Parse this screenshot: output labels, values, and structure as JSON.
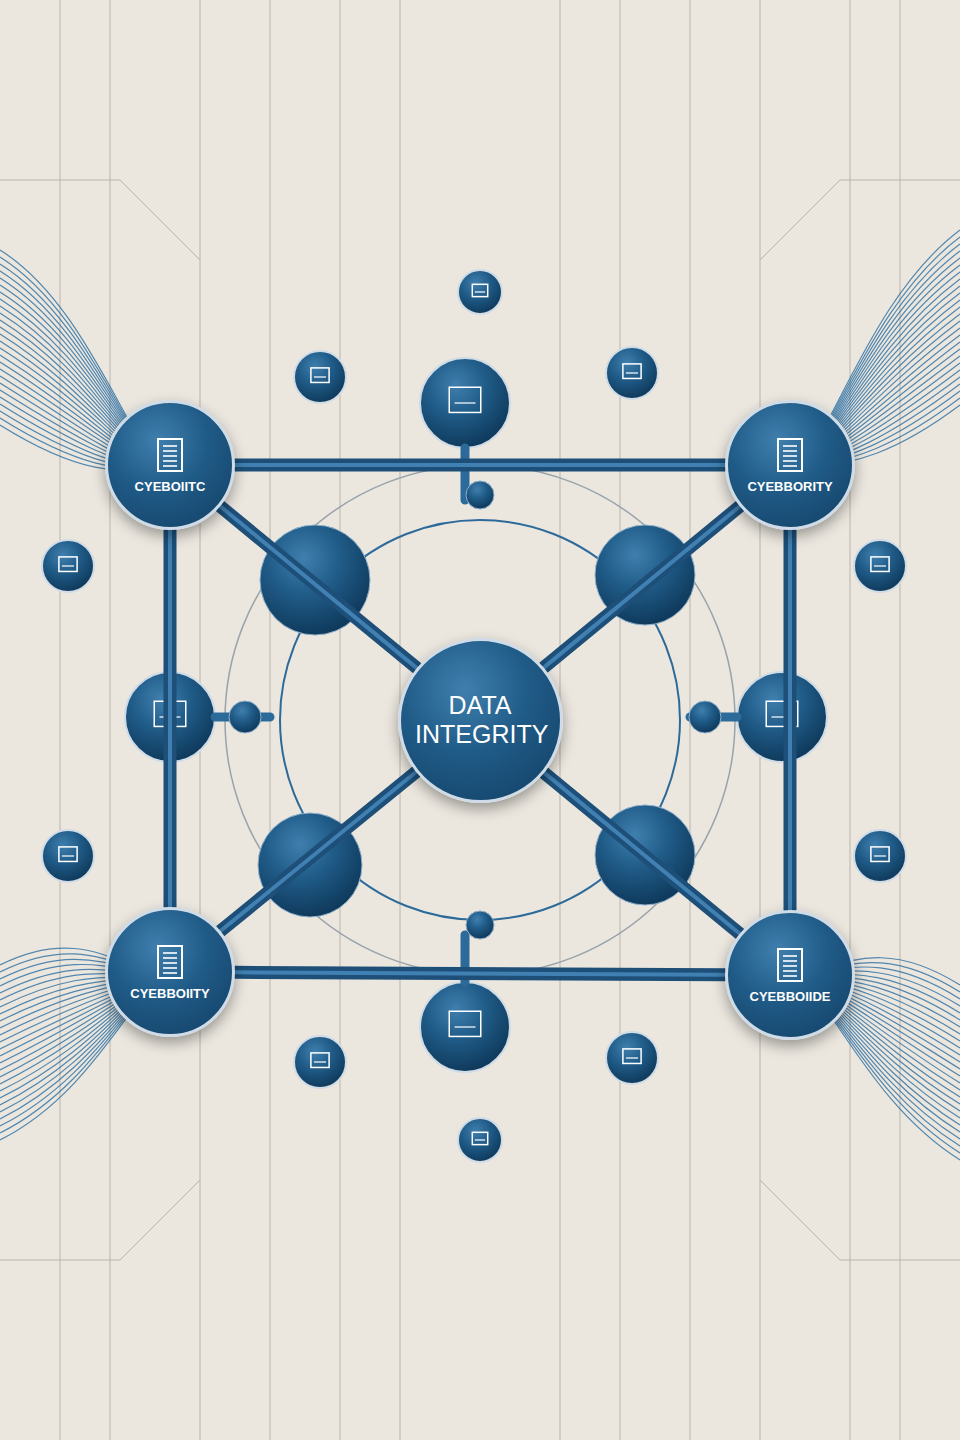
{
  "diagram": {
    "nodes": [
      {
        "text": [
          "CYEBOIITC"
        ]
      },
      {
        "text": [
          "CYEBBORITY"
        ]
      },
      {
        "text": [
          "DATA INTEGRITY"
        ]
      },
      {
        "text": [
          "CYEBBOIITY"
        ]
      },
      {
        "text": [
          "CYEBBOIIDE"
        ]
      }
    ],
    "edges": [
      {
        "from": 0,
        "to": 2,
        "arrow": "none"
      },
      {
        "from": 1,
        "to": 2,
        "arrow": "none"
      },
      {
        "from": 3,
        "to": 2,
        "arrow": "none"
      },
      {
        "from": 4,
        "to": 2,
        "arrow": "none"
      },
      {
        "from": 0,
        "to": 1,
        "arrow": "none"
      },
      {
        "from": 3,
        "to": 4,
        "arrow": "none"
      },
      {
        "from": 0,
        "to": 3,
        "arrow": "none"
      },
      {
        "from": 1,
        "to": 4,
        "arrow": "none"
      }
    ]
  }
}
